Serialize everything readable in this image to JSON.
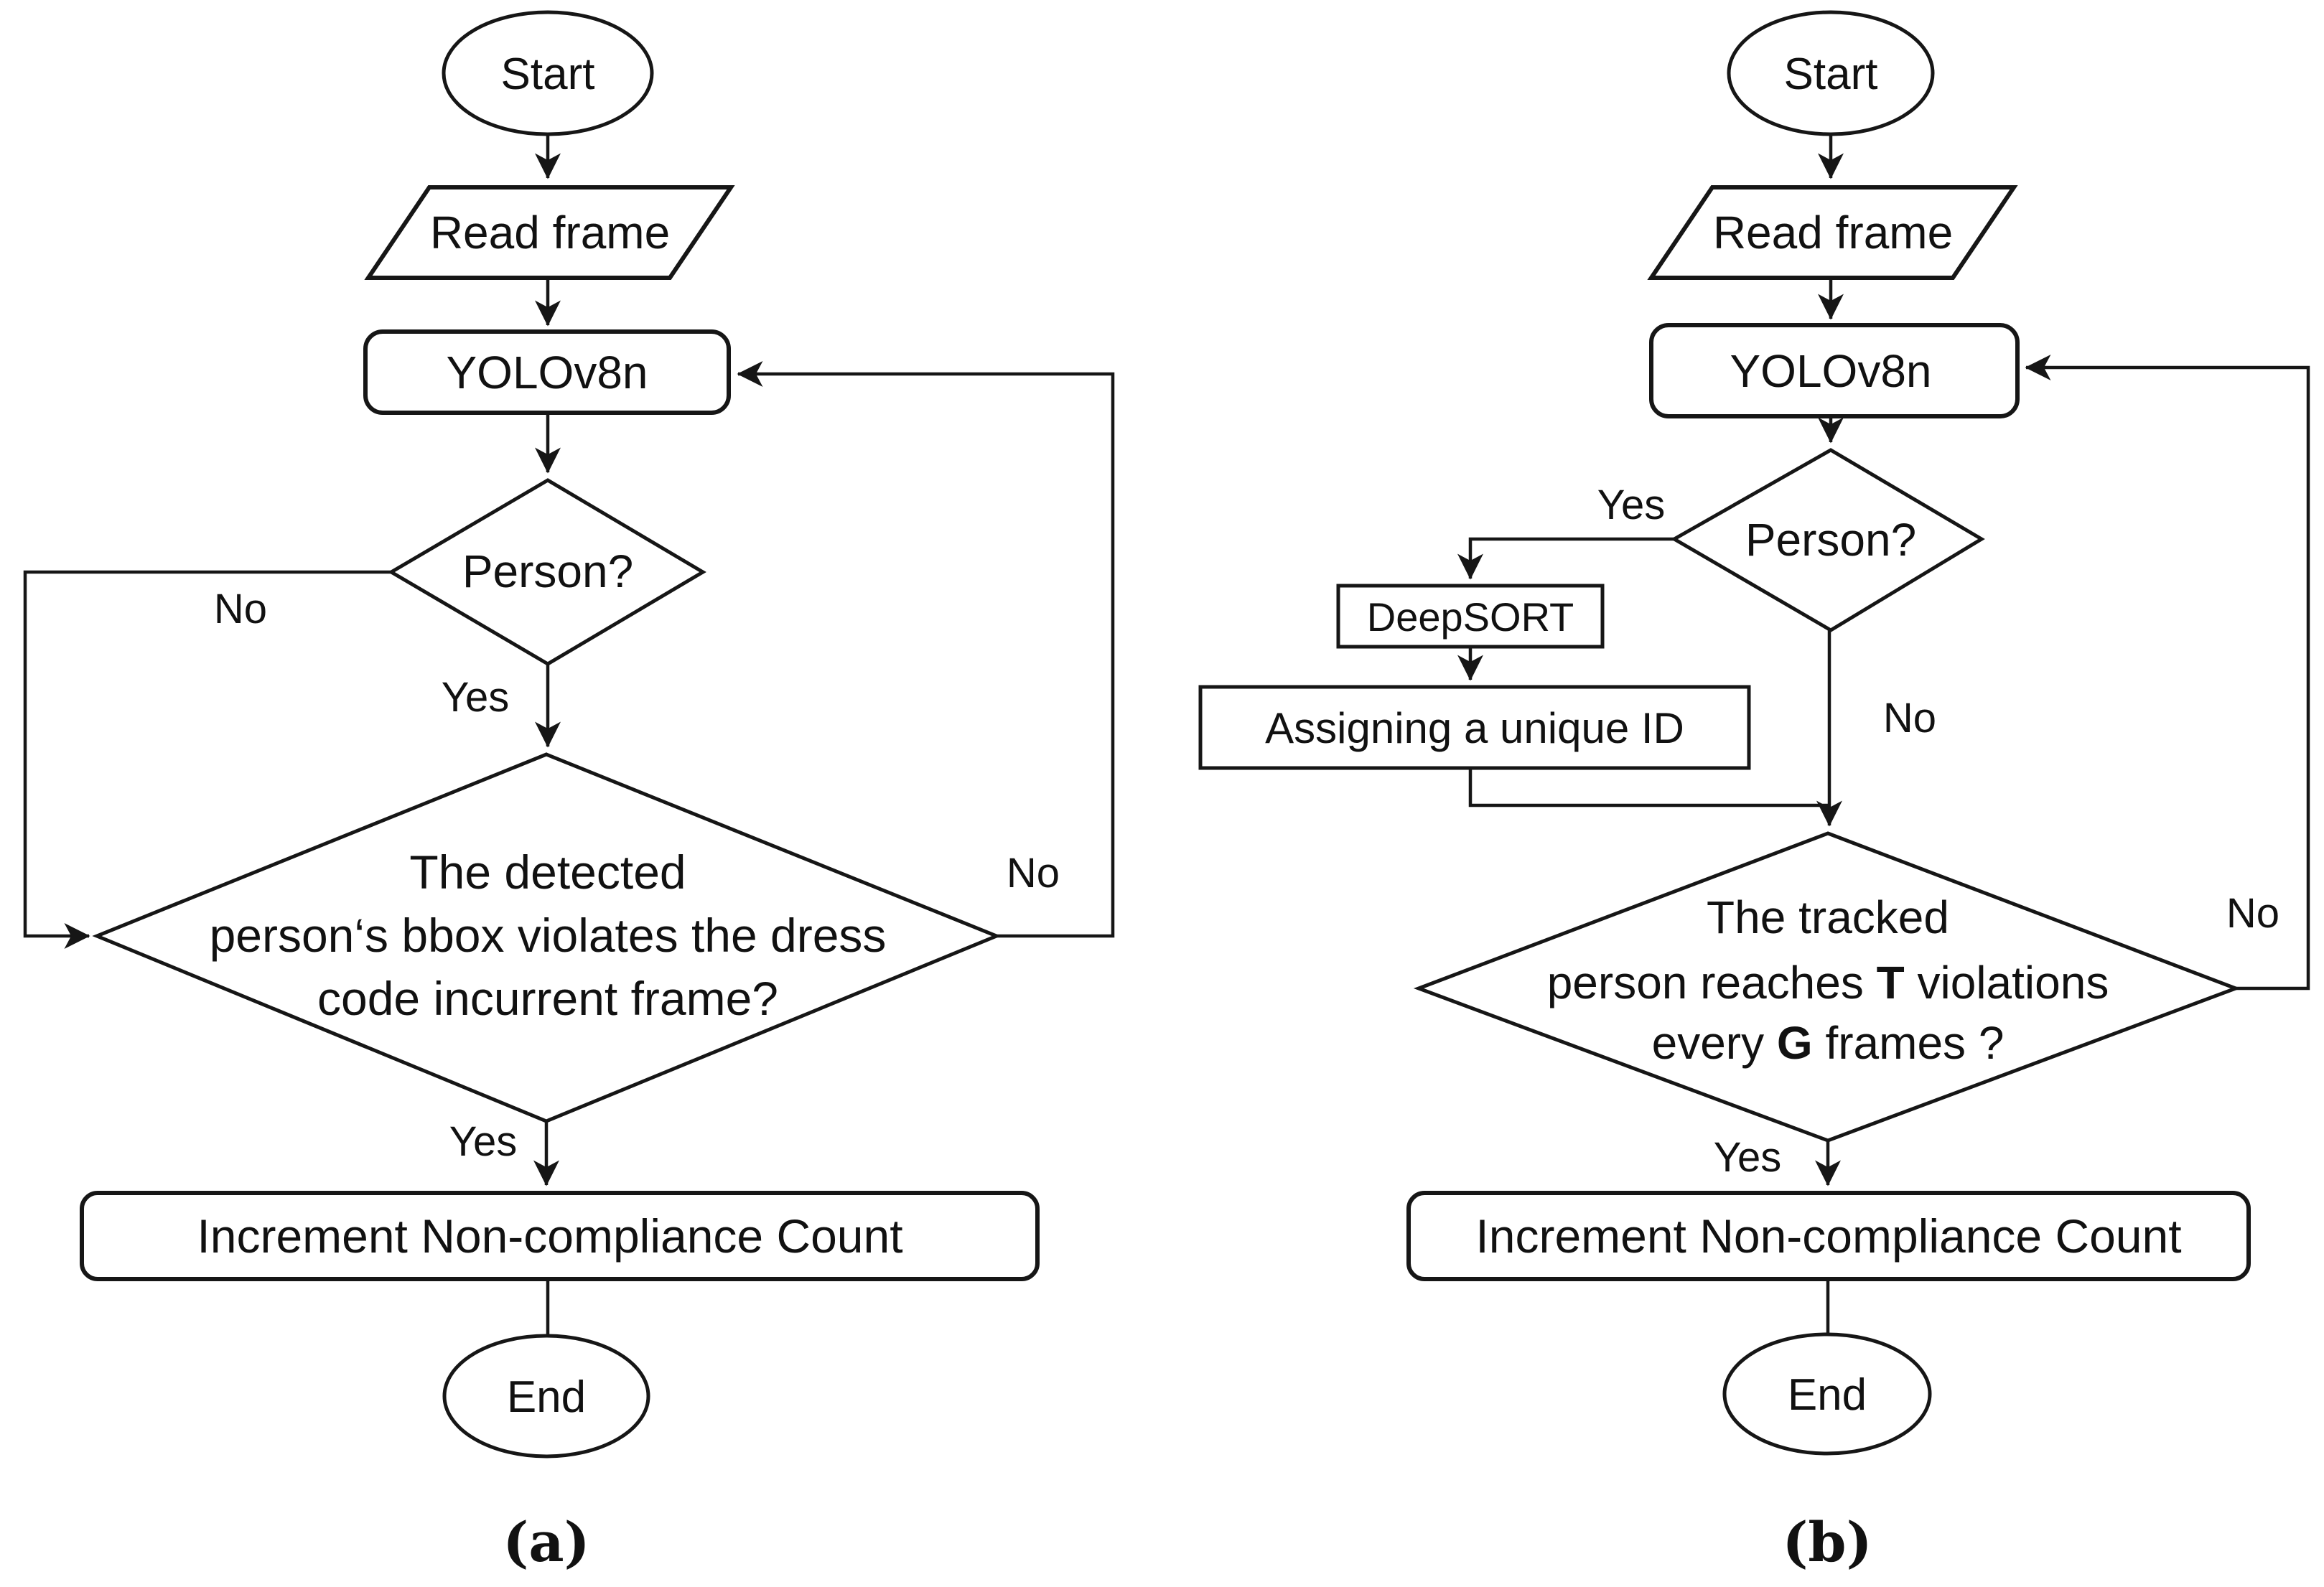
{
  "figure": {
    "background_color": "#ffffff",
    "stroke_color": "#161616",
    "caption_a": "(a)",
    "caption_b": "(b)"
  },
  "chart_a": {
    "start": "Start",
    "read_frame": "Read frame",
    "detector": "YOLOv8n",
    "person_question": "Person?",
    "decision": {
      "line1": "The detected",
      "line2": "person‘s bbox violates the dress",
      "line3": "code incurrent frame?"
    },
    "increment": "Increment Non-compliance Count",
    "end": "End",
    "branch_labels": {
      "no_left": "No",
      "yes_mid": "Yes",
      "no_right": "No",
      "yes_bottom": "Yes"
    }
  },
  "chart_b": {
    "start": "Start",
    "read_frame": "Read frame",
    "detector": "YOLOv8n",
    "person_question": "Person?",
    "tracker": "DeepSORT",
    "assign_id": "Assigning a unique ID",
    "decision": {
      "line1": "The tracked",
      "line2_pre": "person reaches ",
      "line2_bold": "T",
      "line2_post": " violations",
      "line3_pre": "every ",
      "line3_bold": "G",
      "line3_post": " frames ?"
    },
    "increment": "Increment Non-compliance Count",
    "end": "End",
    "branch_labels": {
      "yes_left": "Yes",
      "no_mid": "No",
      "no_right": "No",
      "yes_bottom": "Yes"
    }
  }
}
